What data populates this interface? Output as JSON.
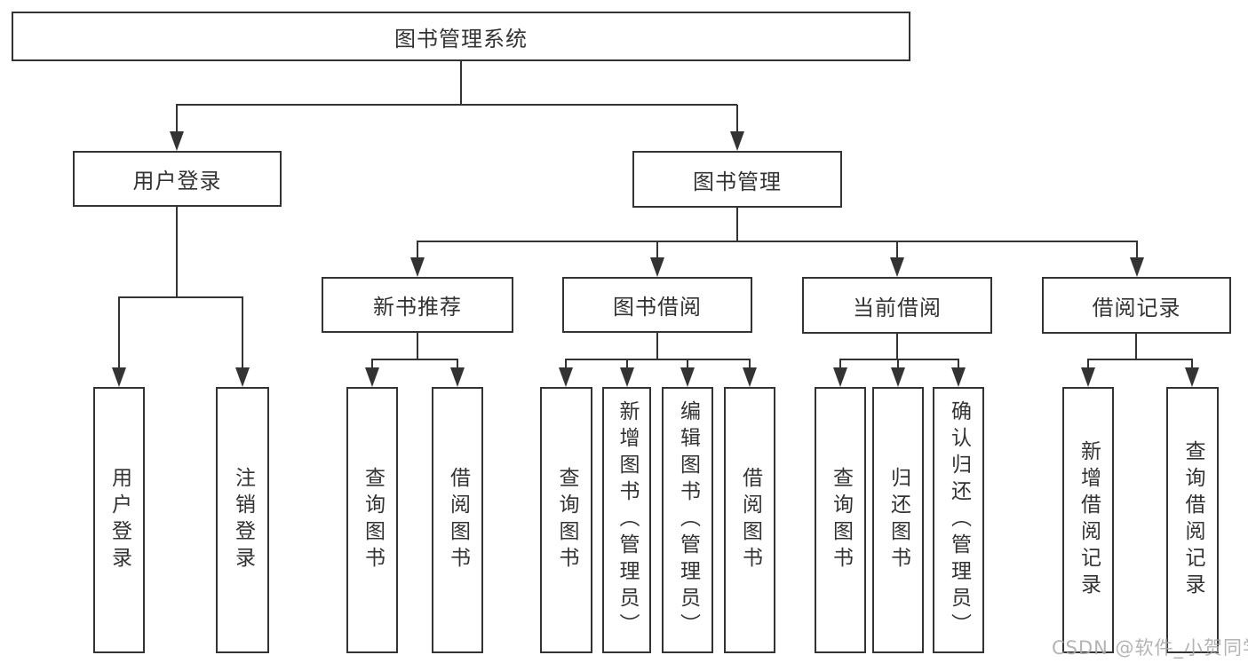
{
  "diagram": {
    "root": {
      "label": "图书管理系统",
      "children": [
        {
          "label": "用户登录",
          "children": [
            {
              "label": "用户登录"
            },
            {
              "label": "注销登录"
            }
          ]
        },
        {
          "label": "图书管理",
          "children": [
            {
              "label": "新书推荐",
              "children": [
                {
                  "label": "查询图书"
                },
                {
                  "label": "借阅图书"
                }
              ]
            },
            {
              "label": "图书借阅",
              "children": [
                {
                  "label": "查询图书"
                },
                {
                  "label": "新增图书（管理员）"
                },
                {
                  "label": "编辑图书（管理员）"
                },
                {
                  "label": "借阅图书"
                }
              ]
            },
            {
              "label": "当前借阅",
              "children": [
                {
                  "label": "查询图书"
                },
                {
                  "label": "归还图书"
                },
                {
                  "label": "确认归还（管理员）"
                }
              ]
            },
            {
              "label": "借阅记录",
              "children": [
                {
                  "label": "新增借阅记录"
                },
                {
                  "label": "查询借阅记录"
                }
              ]
            }
          ]
        }
      ]
    }
  },
  "watermark": {
    "text": "CSDN @软件_小贺同学"
  },
  "colors": {
    "line": "#333333",
    "border": "#333333",
    "text": "#333333",
    "watermark": "#aaaaaa",
    "background": "#ffffff"
  }
}
